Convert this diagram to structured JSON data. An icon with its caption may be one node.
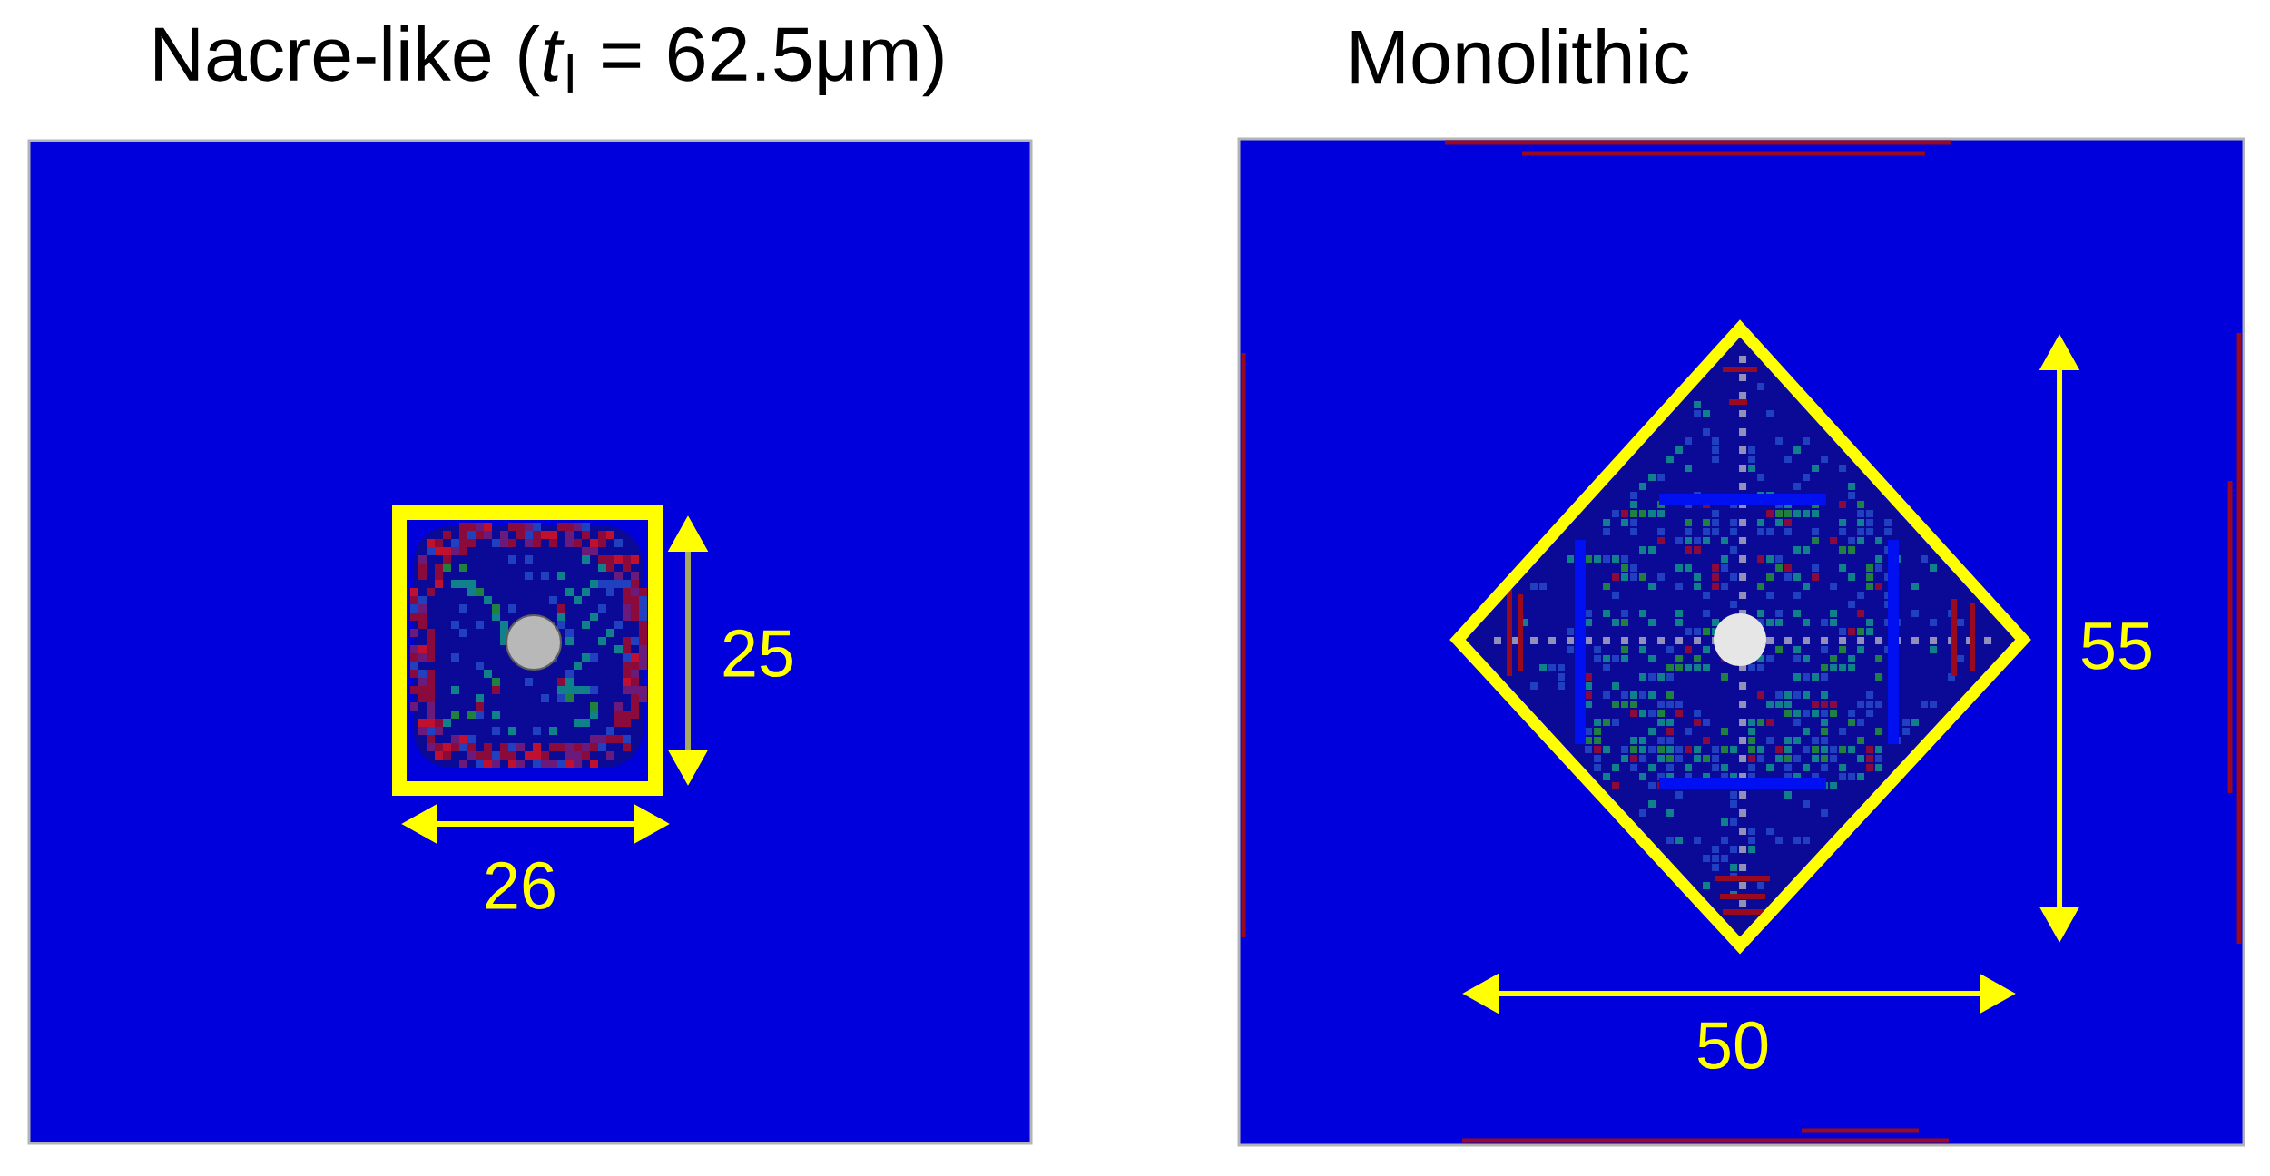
{
  "diagram": {
    "nodes": [
      {
        "text": [
          "Nacre-like (*t*$_{l}$ = 62.5μm)"
        ]
      },
      {
        "text": [
          "Monolithic"
        ]
      }
    ],
    "labels": [
      "25",
      "26",
      "55",
      "50"
    ]
  }
}
